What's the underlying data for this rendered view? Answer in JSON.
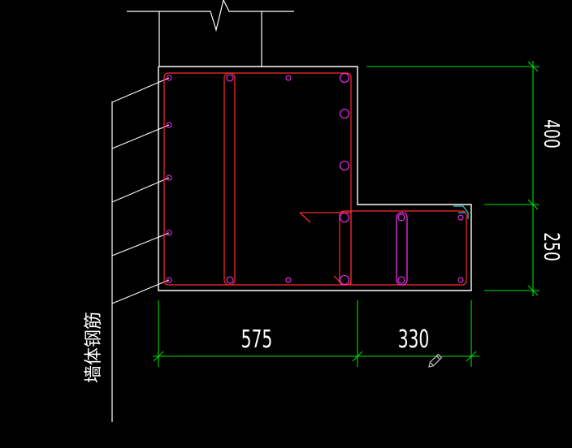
{
  "drawing": {
    "dimensions": {
      "width_left": "575",
      "width_right": "330",
      "height_top": "400",
      "height_bottom": "250"
    },
    "wall_rebar_label": "墙体钢筋",
    "colors": {
      "background": "#000000",
      "outline": "#ffffff",
      "rebar": "#ff2a2a",
      "stirrup_magenta": "#ff33ff",
      "dimension": "#00e000",
      "hook_cyan": "#33cccc"
    },
    "icons": {
      "cursor": "pencil-cursor-icon"
    }
  }
}
